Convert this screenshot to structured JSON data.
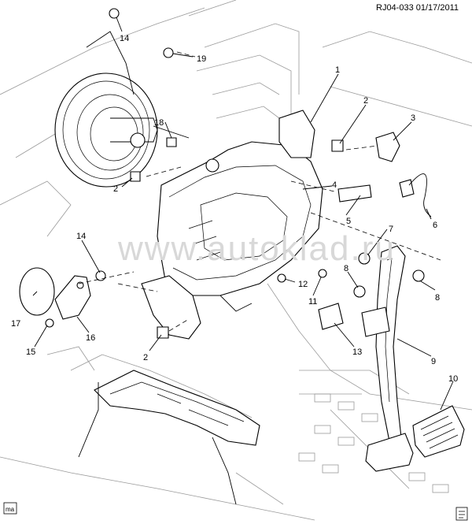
{
  "header": {
    "ref": "RJ04-033  01/17/2011"
  },
  "watermark": "www.autoklad.ru",
  "footer_left": "ma",
  "callouts": [
    "1",
    "2",
    "2",
    "2",
    "3",
    "4",
    "5",
    "6",
    "7",
    "8",
    "8",
    "9",
    "10",
    "11",
    "12",
    "13",
    "14",
    "14",
    "15",
    "16",
    "17",
    "18",
    "19"
  ]
}
